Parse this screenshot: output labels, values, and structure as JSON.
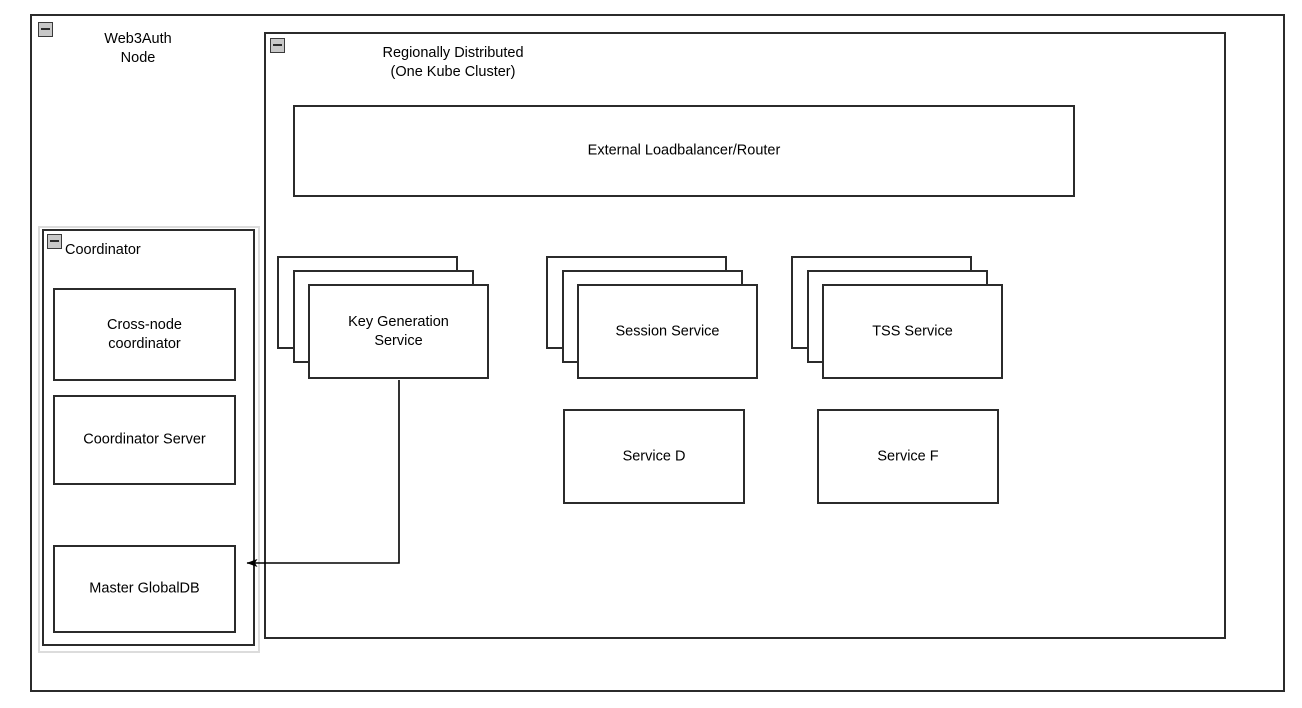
{
  "diagram": {
    "type": "architecture-diagram",
    "background_color": "#ffffff",
    "stroke_color": "#2b2b2b",
    "text_color": "#000000"
  },
  "outer_container": {
    "title": "Web3Auth\nNode",
    "collapse_icon": "minus-box-icon"
  },
  "region_container": {
    "title": "Regionally Distributed\n(One Kube Cluster)",
    "collapse_icon": "minus-box-icon"
  },
  "coordinator_container": {
    "title": "Coordinator",
    "collapse_icon": "minus-box-icon",
    "children": [
      {
        "label": "Cross-node\ncoordinator"
      },
      {
        "label": "Coordinator Server"
      },
      {
        "label": "Master GlobalDB"
      }
    ]
  },
  "loadbalancer": {
    "label": "External Loadbalancer/Router"
  },
  "service_stacks": [
    {
      "label": "Key Generation\nService",
      "replicas": 3
    },
    {
      "label": "Session Service",
      "replicas": 3
    },
    {
      "label": "TSS Service",
      "replicas": 3
    }
  ],
  "plain_services": [
    {
      "label": "Service D"
    },
    {
      "label": "Service F"
    }
  ],
  "connectors": [
    {
      "name": "keygen-to-master-globaldb",
      "from": "Key Generation Service",
      "to": "Master GlobalDB",
      "arrowhead": "target"
    }
  ]
}
